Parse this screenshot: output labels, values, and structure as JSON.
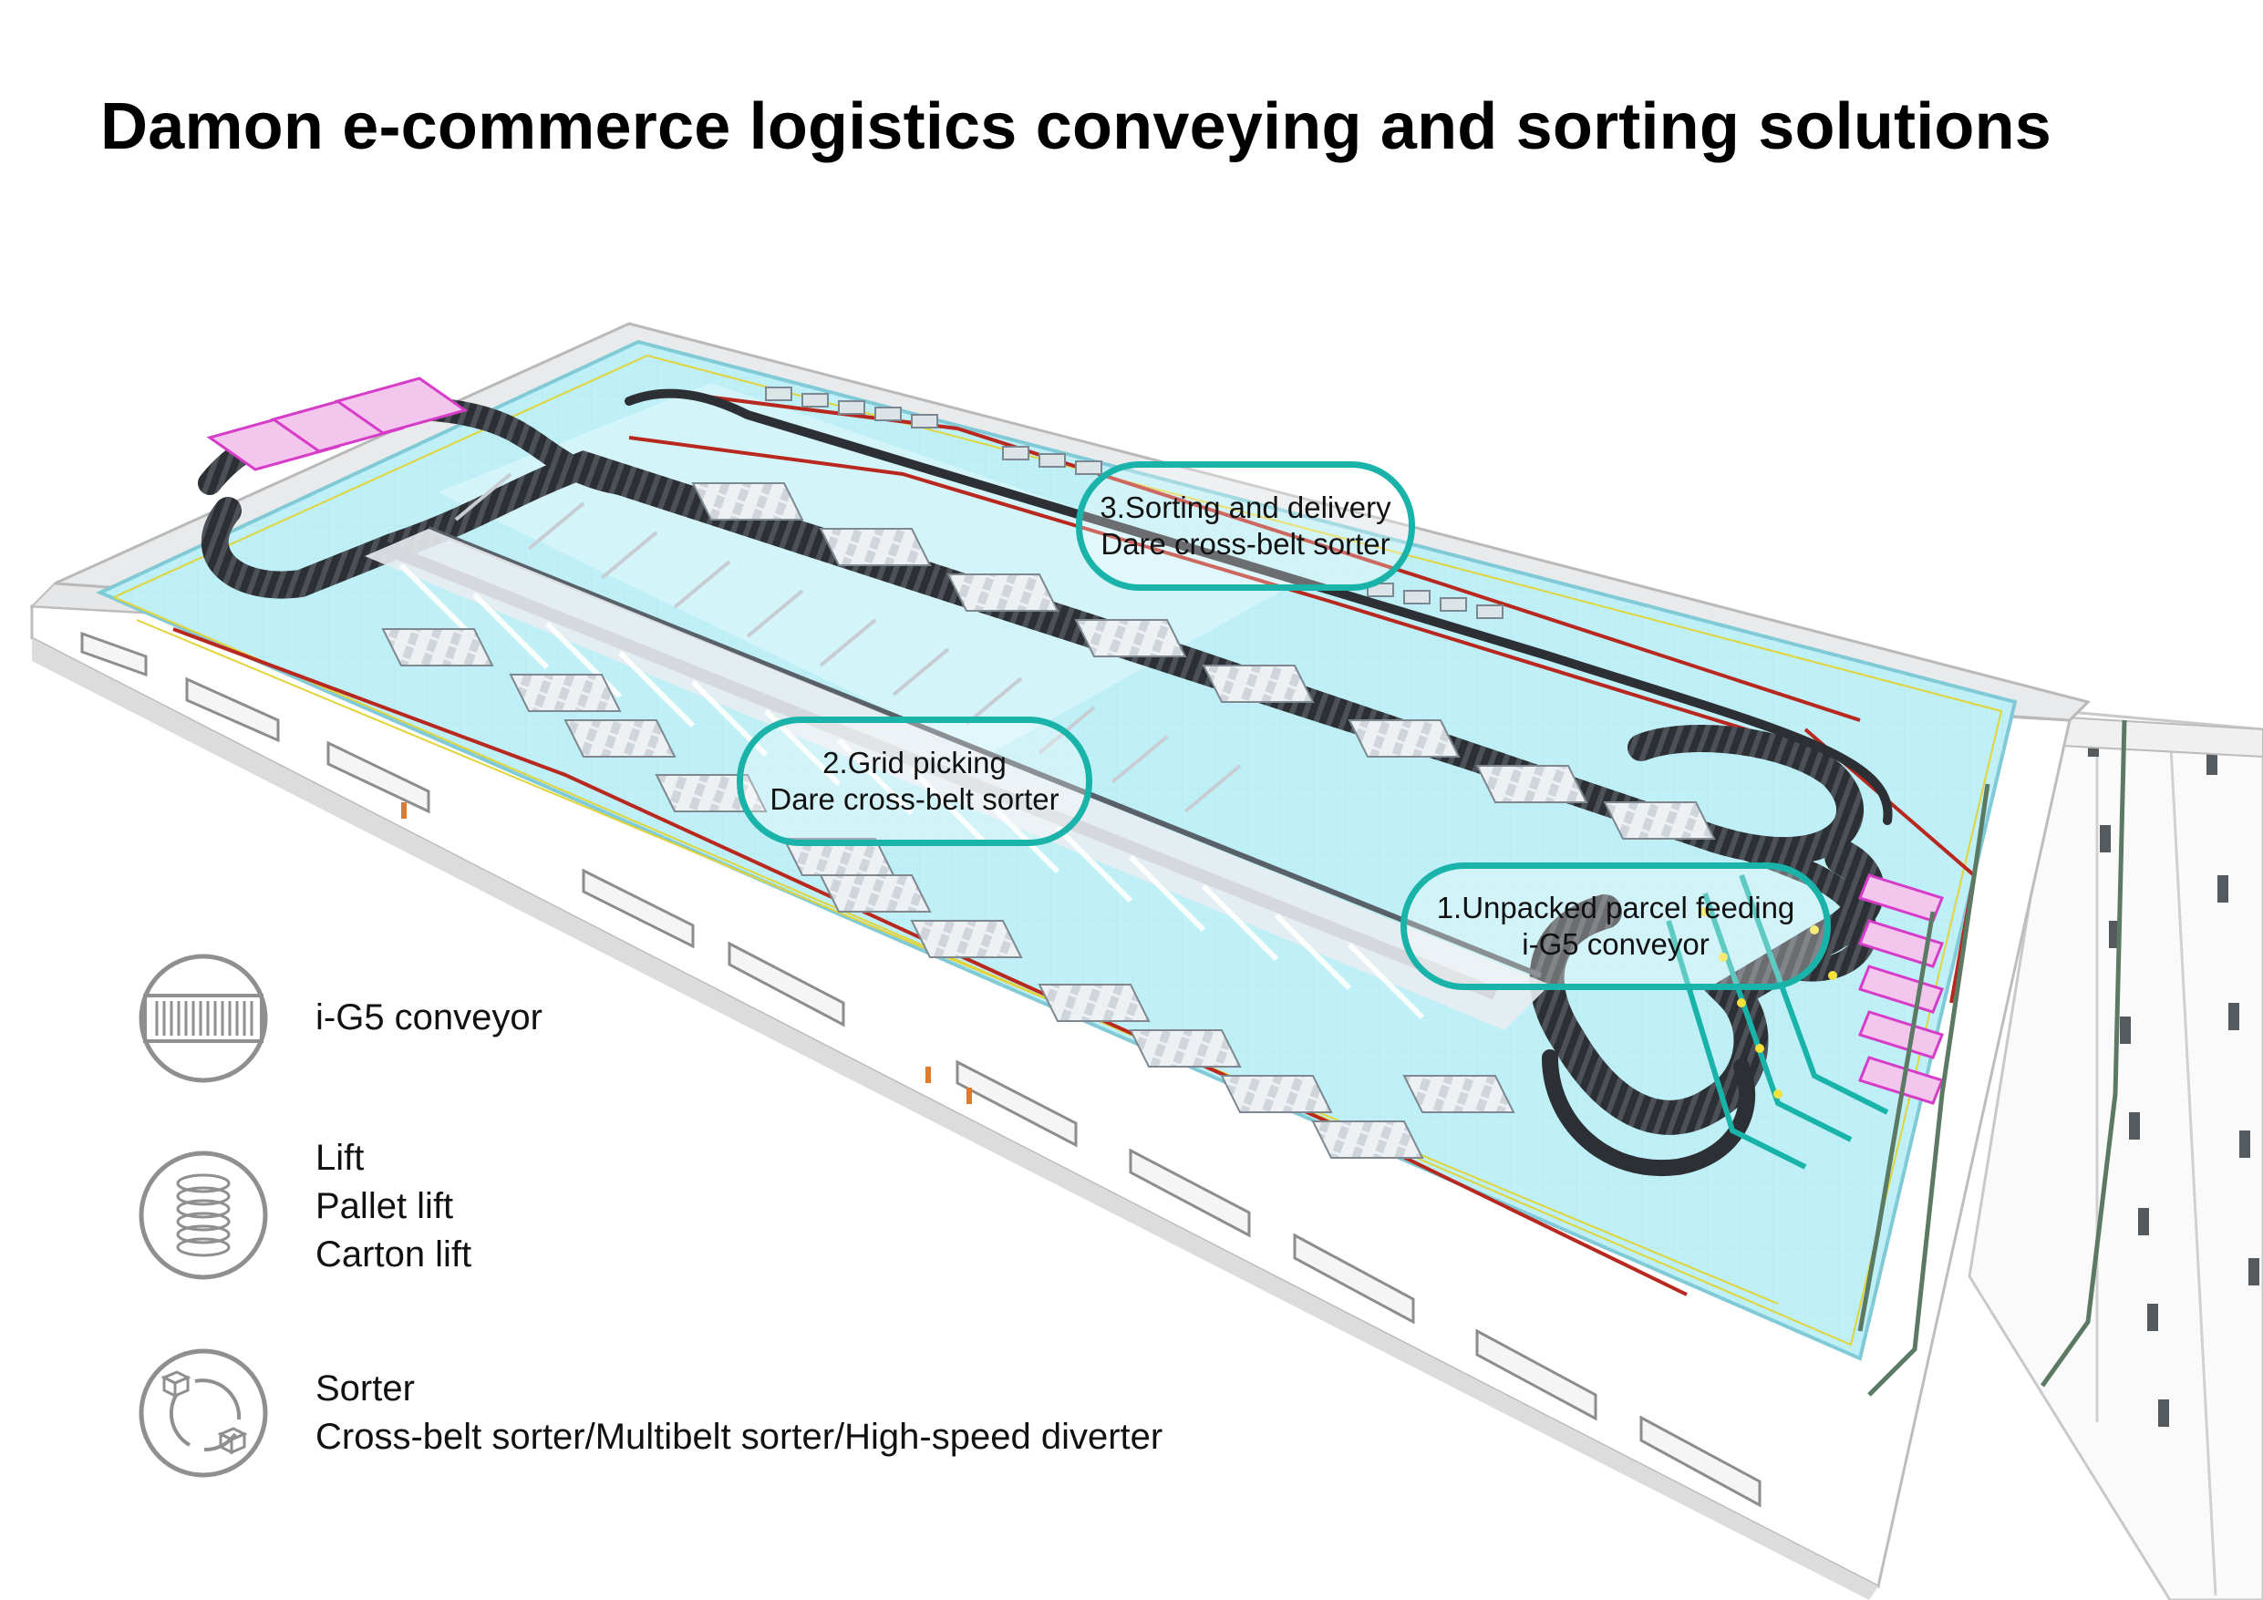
{
  "title": "Damon e-commerce logistics conveying and sorting solutions",
  "callouts": [
    {
      "line1": "3.Sorting and delivery",
      "line2": "Dare cross-belt sorter"
    },
    {
      "line1": "2.Grid picking",
      "line2": "Dare cross-belt sorter"
    },
    {
      "line1": "1.Unpacked parcel feeding",
      "line2": "i-G5 conveyor"
    }
  ],
  "legend": [
    {
      "icon": "conveyor-icon",
      "lines": [
        "i-G5 conveyor"
      ]
    },
    {
      "icon": "lift-coil-icon",
      "lines": [
        "Lift",
        "Pallet lift",
        "Carton lift"
      ]
    },
    {
      "icon": "sorter-cycle-icon",
      "lines": [
        "Sorter",
        "Cross-belt sorter/Multibelt sorter/High-speed diverter"
      ]
    }
  ],
  "colors": {
    "accent_teal": "#1ab3aa",
    "floor_cyan": "#bff0f7",
    "wall_gray": "#d9dadb",
    "conveyor_dark": "#2c2f33",
    "rail_red": "#b8281e",
    "sorter_magenta": "#d63cc8",
    "icon_gray": "#8f8f8f"
  }
}
